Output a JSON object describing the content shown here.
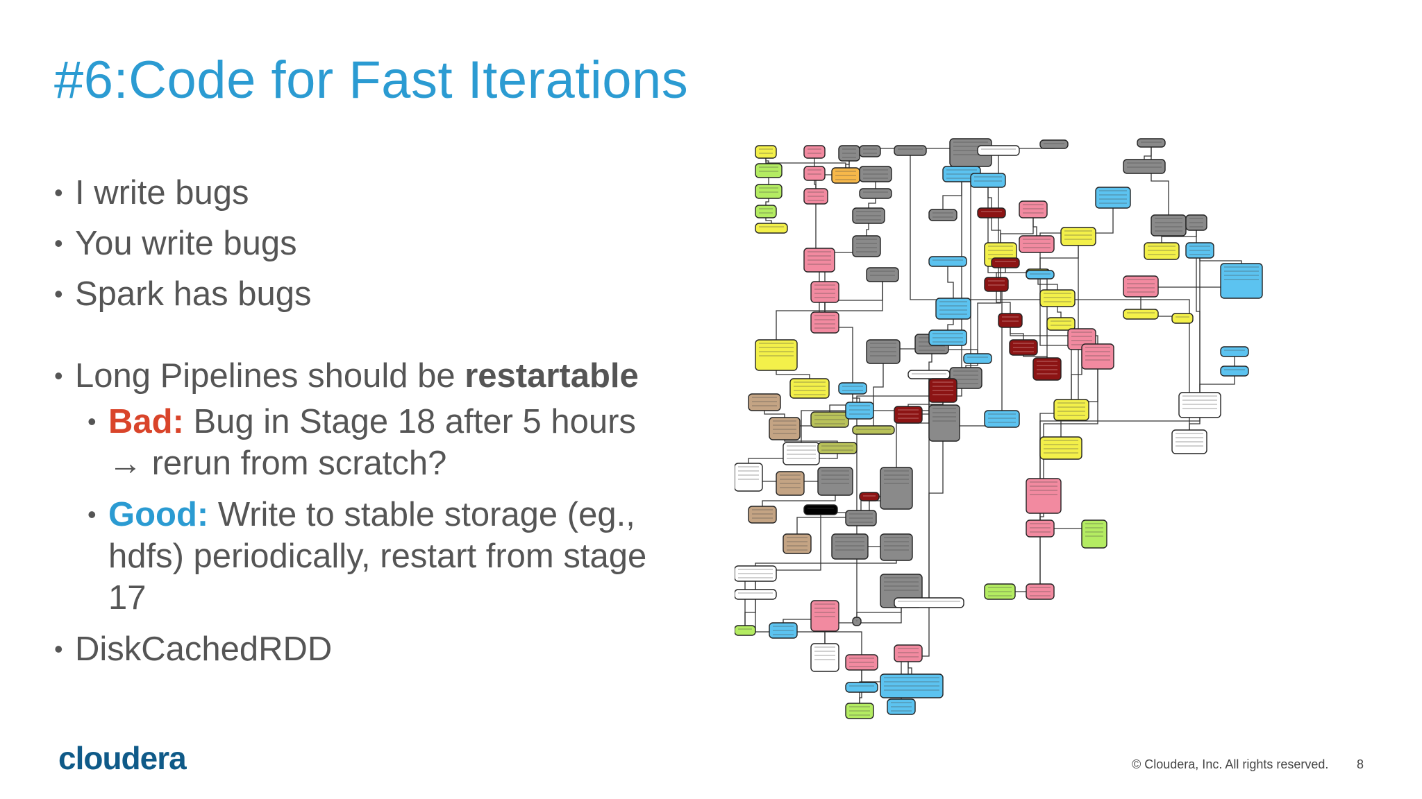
{
  "slide": {
    "title": "#6:Code for Fast Iterations",
    "bullets": {
      "b1": "I write bugs",
      "b2": "You write bugs",
      "b3": "Spark has bugs",
      "b4_prefix": "Long Pipelines should be ",
      "b4_bold": "restartable",
      "sub1_label": "Bad:",
      "sub1_line1": " Bug in Stage 18 after 5 hours",
      "sub1_arrow": "→",
      "sub1_line2": " rerun from scratch?",
      "sub2_label": "Good:",
      "sub2_text": " Write to stable storage (eg., hdfs) periodically, restart from stage 17",
      "b5": "DiskCachedRDD"
    },
    "logo": "cloudera",
    "copyright": "© Cloudera, Inc. All rights reserved.",
    "page_number": "8"
  },
  "diagram": {
    "colors": {
      "yellow": "#f3f04a",
      "green": "#b4ec62",
      "pink": "#f28aa0",
      "gray": "#8a8a8a",
      "blue": "#5cc3f0",
      "darkred": "#8c1414",
      "tan": "#c4a484",
      "olive": "#b9c25a",
      "white": "#ffffff",
      "orange": "#f7b84a"
    }
  }
}
